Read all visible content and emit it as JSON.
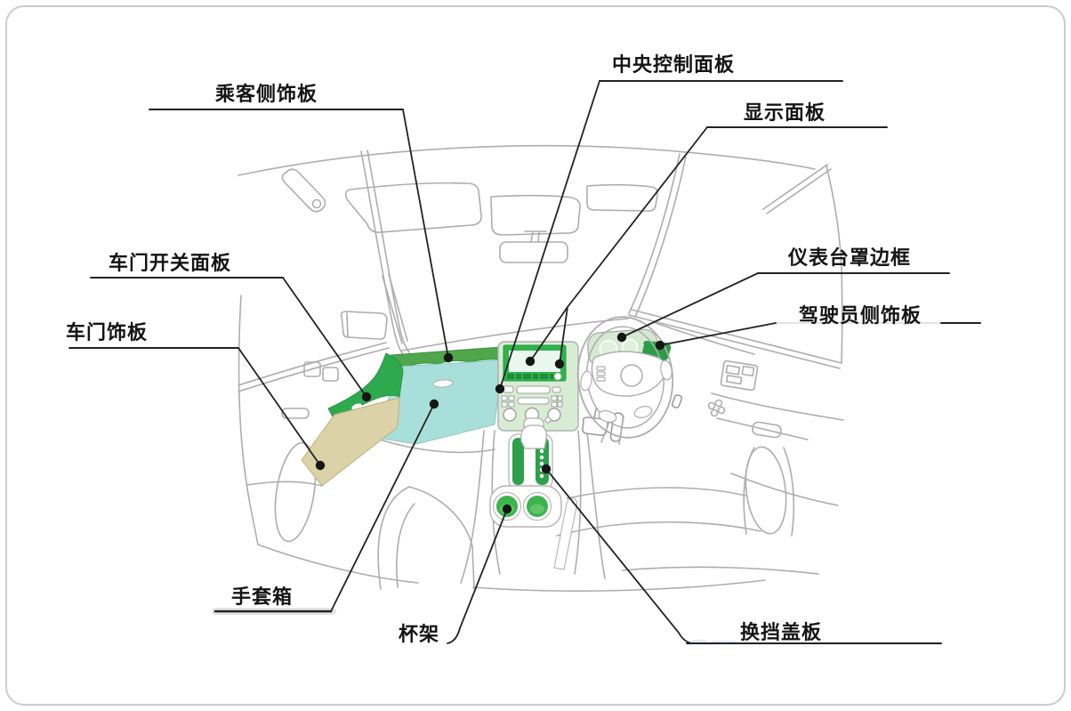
{
  "diagram": {
    "labels": [
      {
        "id": "passenger-side-trim",
        "text": "乘客侧饰板"
      },
      {
        "id": "center-control-panel",
        "text": "中央控制面板"
      },
      {
        "id": "display-panel",
        "text": "显示面板"
      },
      {
        "id": "door-switch-panel",
        "text": "车门开关面板"
      },
      {
        "id": "door-trim-panel",
        "text": "车门饰板"
      },
      {
        "id": "instrument-cluster-bezel",
        "text": "仪表台罩边框"
      },
      {
        "id": "driver-side-trim",
        "text": "驾驶员侧饰板"
      },
      {
        "id": "glove-box",
        "text": "手套箱"
      },
      {
        "id": "cup-holder",
        "text": "杯架"
      },
      {
        "id": "shift-cover-panel",
        "text": "换挡盖板"
      }
    ],
    "colors": {
      "highlight_green": "#2fa84e",
      "dash_strip_green": "#4fa64b",
      "screen_frame_green": "#2fb44c",
      "screen_mint": "#e9f7f0",
      "panel_pale_green": "#d8ecd4",
      "cluster_pale_green": "#d4ead0",
      "glovebox_cyan": "#a9dfda",
      "door_trim_tan": "#dcd2a7",
      "line_art_gray": "#adadad",
      "leader_black": "#1f1f1f"
    }
  }
}
